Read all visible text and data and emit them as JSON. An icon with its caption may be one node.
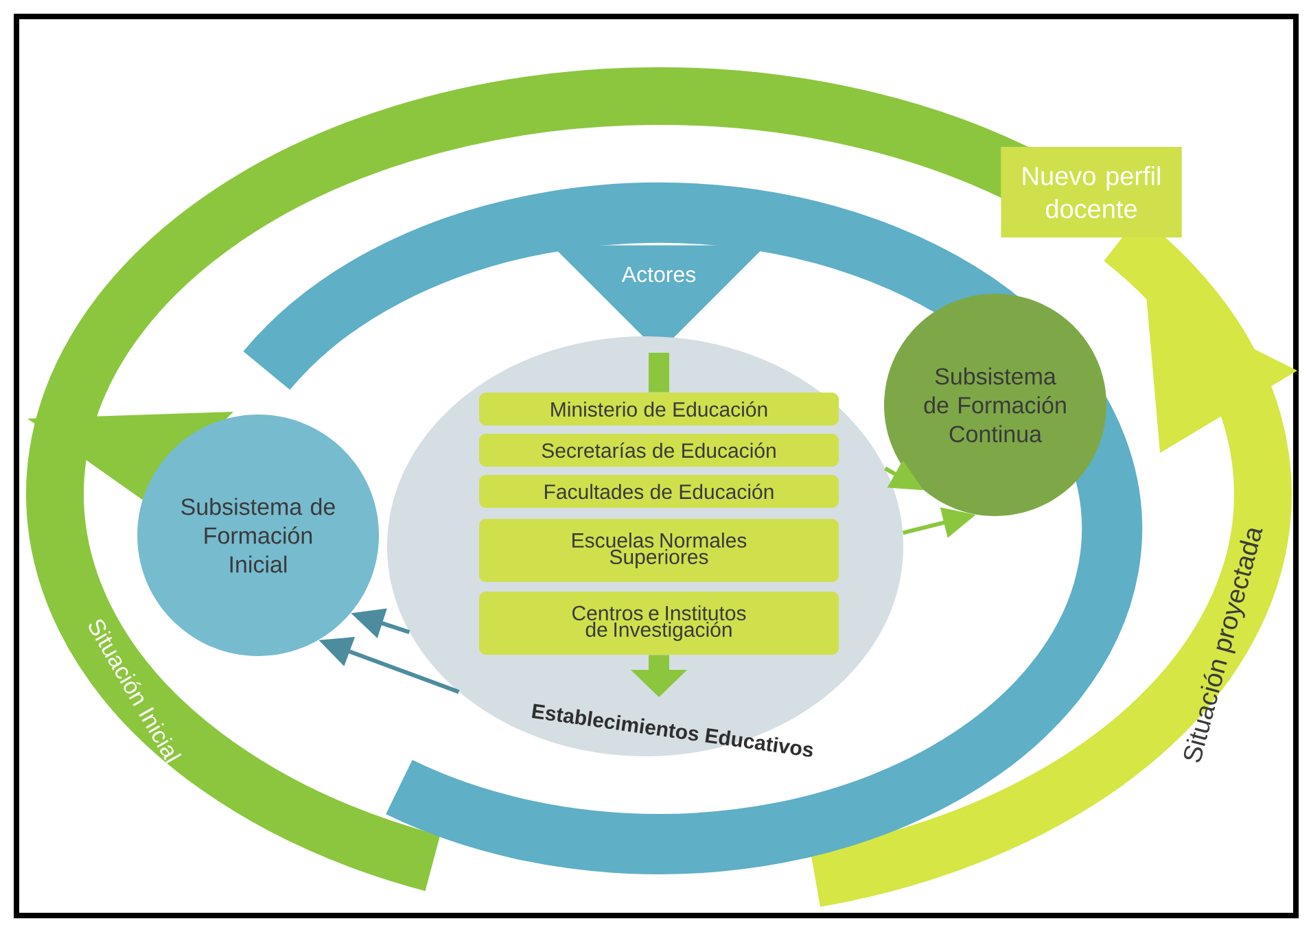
{
  "diagram": {
    "nodes": [
      {
        "text": [
          "Actores"
        ]
      },
      {
        "text": [
          "Establecimientos Educativos"
        ]
      },
      {
        "text": [
          "Ministerio de Educación"
        ],
        "in": 1
      },
      {
        "text": [
          "Secretarías de Educación"
        ],
        "in": 1
      },
      {
        "text": [
          "Facultades de Educación"
        ],
        "in": 1
      },
      {
        "text": [
          "Escuelas Normales Superiores"
        ],
        "in": 1
      },
      {
        "text": [
          "Centros e Institutos de Investigación"
        ],
        "in": 1
      },
      {
        "text": [
          "Subsistema de Formación Inicial"
        ]
      },
      {
        "text": [
          "Subsistema de Formación Continua"
        ]
      },
      {
        "text": [
          "Nuevo perfil docente"
        ]
      }
    ],
    "edges": [
      {
        "from": 0,
        "to": 2,
        "arrow": "none",
        "style": "thick"
      },
      {
        "from": 6,
        "to": null,
        "arrow": "to",
        "style": "thick"
      },
      {
        "from": 1,
        "to": 7,
        "arrow": "to",
        "color": "#4c8c9e"
      },
      {
        "from": 1,
        "to": 7,
        "arrow": "to",
        "color": "#4c8c9e"
      },
      {
        "from": 1,
        "to": 8,
        "arrow": "to"
      },
      {
        "from": 1,
        "to": 8,
        "arrow": "to"
      }
    ],
    "labels": [
      "Situación Inicial",
      "Situación proyectada"
    ]
  }
}
